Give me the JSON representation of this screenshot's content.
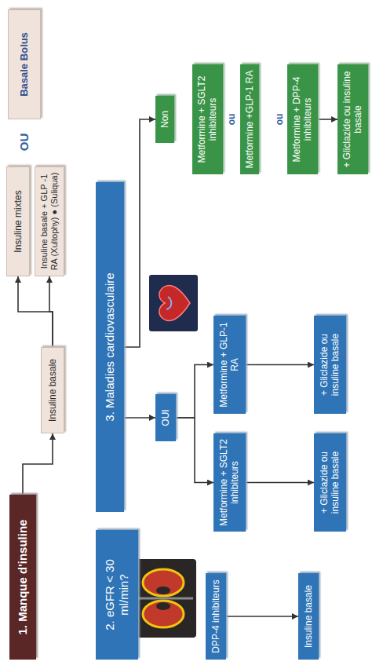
{
  "diagram": {
    "nodes": [
      {
        "text": [
          "1. Manque d'insuline"
        ]
      },
      {
        "text": [
          "Insuline basale"
        ]
      },
      {
        "text": [
          "Insuline mixtes"
        ]
      },
      {
        "text": [
          "Insuline basale + GLP -1 RA (Xultophy) ● (Suliqua)"
        ]
      },
      {
        "text": [
          "Basale Bolus"
        ]
      },
      {
        "text": [
          "2. eGFR < 30 ml/min?"
        ]
      },
      {
        "text": [
          "DPP-4 inhibiteurs"
        ]
      },
      {
        "text": [
          "Insuline basale"
        ]
      },
      {
        "text": [
          "3. Maladies cardiovasculaire"
        ]
      },
      {
        "text": [
          "OUI"
        ]
      },
      {
        "text": [
          "Non"
        ]
      },
      {
        "text": [
          "Metformine + SGLT2 inhibiteurs"
        ]
      },
      {
        "text": [
          "Metformine + GLP-1 RA"
        ]
      },
      {
        "text": [
          "+ Gliclazide ou insuline basale"
        ]
      },
      {
        "text": [
          "+ Gliclazide ou insuline basale"
        ]
      },
      {
        "text": [
          "Metformine + SGLT2 inhibiteurs"
        ]
      },
      {
        "text": [
          "Metformine +GLP-1 RA"
        ]
      },
      {
        "text": [
          "Metformine + DPP-4 inhibiteurs"
        ]
      },
      {
        "text": [
          "+ Gliclazide ou insuline basale"
        ]
      }
    ],
    "edges": [
      {
        "from": 0,
        "to": 1,
        "arrow": "to"
      },
      {
        "from": 1,
        "to": 2,
        "arrow": "to"
      },
      {
        "from": 1,
        "to": 3,
        "arrow": "to"
      },
      {
        "from": 6,
        "to": 7,
        "arrow": "to"
      },
      {
        "from": 8,
        "to": 9,
        "arrow": "to"
      },
      {
        "from": 8,
        "to": 10,
        "arrow": "to"
      },
      {
        "from": 9,
        "to": 11,
        "arrow": "to"
      },
      {
        "from": 9,
        "to": 12,
        "arrow": "to"
      },
      {
        "from": 11,
        "to": 13,
        "arrow": "to"
      },
      {
        "from": 12,
        "to": 14,
        "arrow": "to"
      },
      {
        "from": 17,
        "to": 18,
        "arrow": "to"
      }
    ],
    "labels": [
      "OU",
      "ou",
      "ou"
    ]
  }
}
